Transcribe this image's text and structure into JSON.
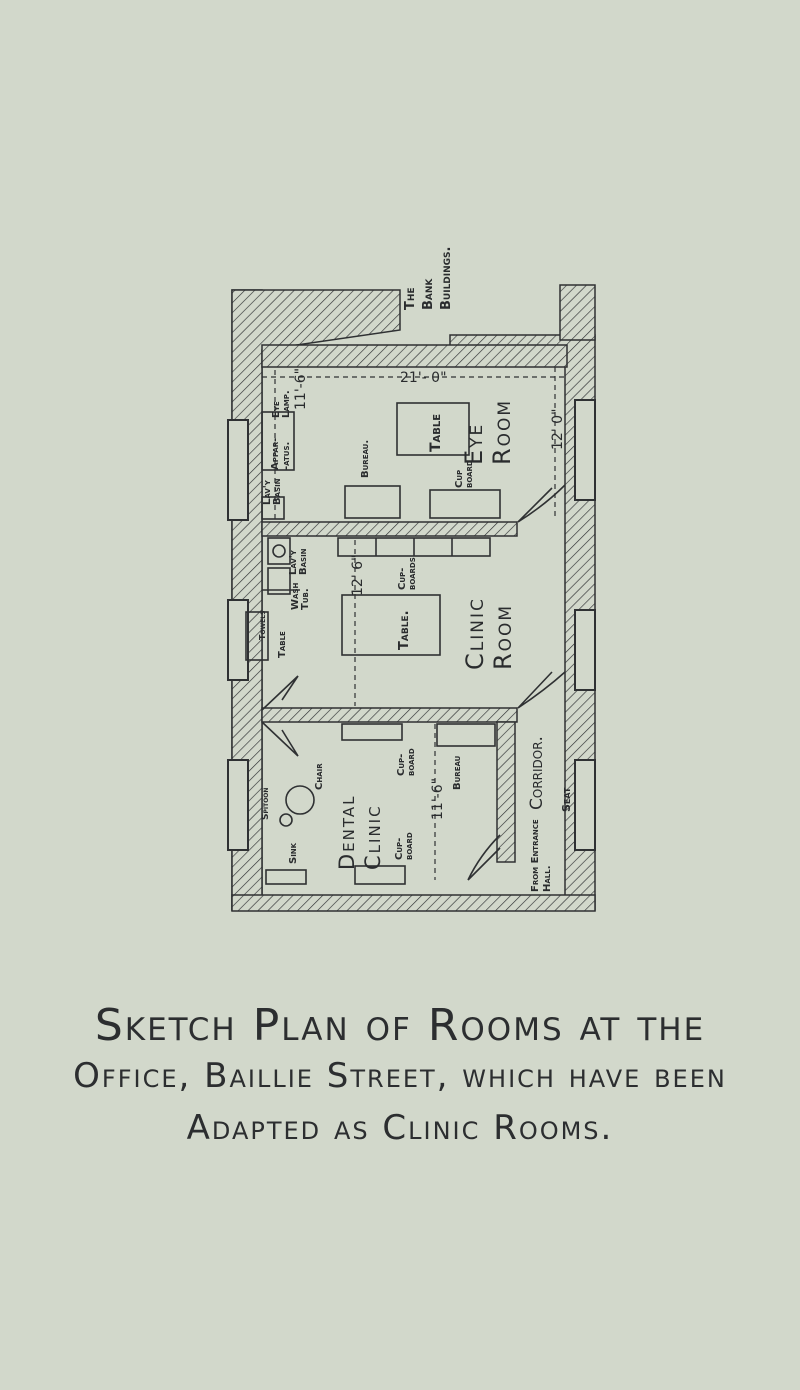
{
  "labels": {
    "bank": [
      "The",
      "Bank",
      "Buildings."
    ],
    "width": "21'- 0\"",
    "eye_lamp": [
      "Eye",
      "Lamp."
    ],
    "depth_top": "11'-6\"",
    "apparatus": [
      "Appar-",
      "-atus."
    ],
    "bureau_top": "Bureau.",
    "table_top": "Table",
    "eye_room": [
      "Eye",
      "Room"
    ],
    "cup_board_top": [
      "Cup",
      "board"
    ],
    "right_dim": "12' 0\"",
    "lav_basin_left": [
      "Lav'y",
      "Basin"
    ],
    "lav_basin_mid": [
      "Lav'y",
      "Basin"
    ],
    "wash_tub": [
      "Wash",
      "Tub."
    ],
    "towels": "Towels",
    "table_left": "Table",
    "mid_dim": "12' 6\"",
    "cup_boards_mid": [
      "Cup-",
      "boards"
    ],
    "table_mid": "Table.",
    "clinic_room": [
      "Clinic",
      "Room"
    ],
    "corridor": "Corridor.",
    "chair": "Chair",
    "spitoon": "Spitoon",
    "sink": "Sink",
    "dental_clinic": [
      "Dental",
      "Clinic"
    ],
    "cup_board_low1": [
      "Cup-",
      "board"
    ],
    "cup_board_low2": [
      "Cup-",
      "board"
    ],
    "low_dim": "11'-6\"",
    "bureau_low": "Bureau",
    "seat": "Seat",
    "from_entrance": [
      "From Entrance",
      "Hall."
    ]
  },
  "caption": {
    "line1": "Sketch Plan of Rooms at the",
    "line2": "Office, Baillie Street, which have been",
    "line3": "Adapted as Clinic Rooms."
  }
}
